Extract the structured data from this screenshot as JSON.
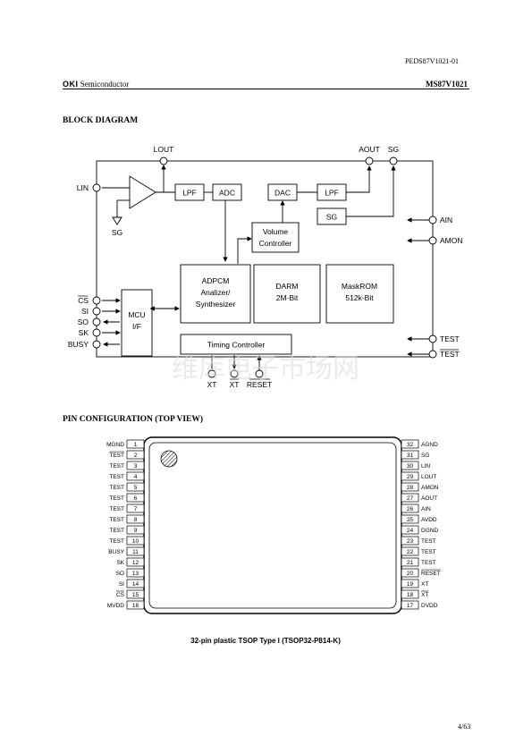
{
  "header": {
    "doc_id": "PEDS87V1021-01",
    "brand": "OKI",
    "brand_sub": "Semiconductor",
    "part_number": "MS87V1021"
  },
  "sections": {
    "block_diagram_title": "BLOCK DIAGRAM",
    "pin_config_title": "PIN CONFIGURATION (TOP VIEW)"
  },
  "block_diagram": {
    "blocks": {
      "lpf_in": "LPF",
      "adc": "ADC",
      "dac": "DAC",
      "lpf_out": "LPF",
      "sg": "SG",
      "volume_1": "Volume",
      "volume_2": "Controller",
      "adpcm_1": "ADPCM",
      "adpcm_2": "Analizer/",
      "adpcm_3": "Synthesizer",
      "darm_1": "DARM",
      "darm_2": "2M-Bit",
      "maskrom_1": "MaskROM",
      "maskrom_2": "512k-Bit",
      "mcu_1": "MCU",
      "mcu_2": "I/F",
      "timing": "Timing Controller"
    },
    "pins": {
      "lout": "LOUT",
      "aout": "AOUT",
      "sg_top": "SG",
      "lin": "LIN",
      "sg_gnd": "SG",
      "ain": "AIN",
      "amon": "AMON",
      "cs": "CS",
      "si": "SI",
      "so": "SO",
      "sk": "SK",
      "busy": "BUSY",
      "test": "TEST",
      "test_bar": "TEST",
      "xt": "XT",
      "xt_bar": "XT",
      "reset": "RESET"
    }
  },
  "pin_config": {
    "left_pins": [
      {
        "num": "1",
        "name": "MGND",
        "overbar": false
      },
      {
        "num": "2",
        "name": "TEST",
        "overbar": true
      },
      {
        "num": "3",
        "name": "TEST",
        "overbar": false
      },
      {
        "num": "4",
        "name": "TEST",
        "overbar": false
      },
      {
        "num": "5",
        "name": "TEST",
        "overbar": false
      },
      {
        "num": "6",
        "name": "TEST",
        "overbar": false
      },
      {
        "num": "7",
        "name": "TEST",
        "overbar": false
      },
      {
        "num": "8",
        "name": "TEST",
        "overbar": false
      },
      {
        "num": "9",
        "name": "TEST",
        "overbar": false
      },
      {
        "num": "10",
        "name": "TEST",
        "overbar": false
      },
      {
        "num": "11",
        "name": "BUSY",
        "overbar": false
      },
      {
        "num": "12",
        "name": "SK",
        "overbar": false
      },
      {
        "num": "13",
        "name": "SO",
        "overbar": false
      },
      {
        "num": "14",
        "name": "SI",
        "overbar": false
      },
      {
        "num": "15",
        "name": "CS",
        "overbar": true
      },
      {
        "num": "16",
        "name": "MVDD",
        "overbar": false
      }
    ],
    "right_pins": [
      {
        "num": "32",
        "name": "AGND",
        "overbar": false
      },
      {
        "num": "31",
        "name": "SG",
        "overbar": false
      },
      {
        "num": "30",
        "name": "LIN",
        "overbar": false
      },
      {
        "num": "29",
        "name": "LOUT",
        "overbar": false
      },
      {
        "num": "28",
        "name": "AMON",
        "overbar": false
      },
      {
        "num": "27",
        "name": "AOUT",
        "overbar": false
      },
      {
        "num": "26",
        "name": "AIN",
        "overbar": false
      },
      {
        "num": "25",
        "name": "AVDD",
        "overbar": false
      },
      {
        "num": "24",
        "name": "DGND",
        "overbar": false
      },
      {
        "num": "23",
        "name": "TEST",
        "overbar": false
      },
      {
        "num": "22",
        "name": "TEST",
        "overbar": false
      },
      {
        "num": "21",
        "name": "TEST",
        "overbar": false
      },
      {
        "num": "20",
        "name": "RESET",
        "overbar": true
      },
      {
        "num": "19",
        "name": "XT",
        "overbar": false
      },
      {
        "num": "18",
        "name": "XT",
        "overbar": true
      },
      {
        "num": "17",
        "name": "DVDD",
        "overbar": false
      }
    ],
    "caption": "32-pin plastic TSOP Type I (TSOP32-P814-K)"
  },
  "footer": {
    "page": "4/63"
  },
  "watermark": "维库电子市场网"
}
